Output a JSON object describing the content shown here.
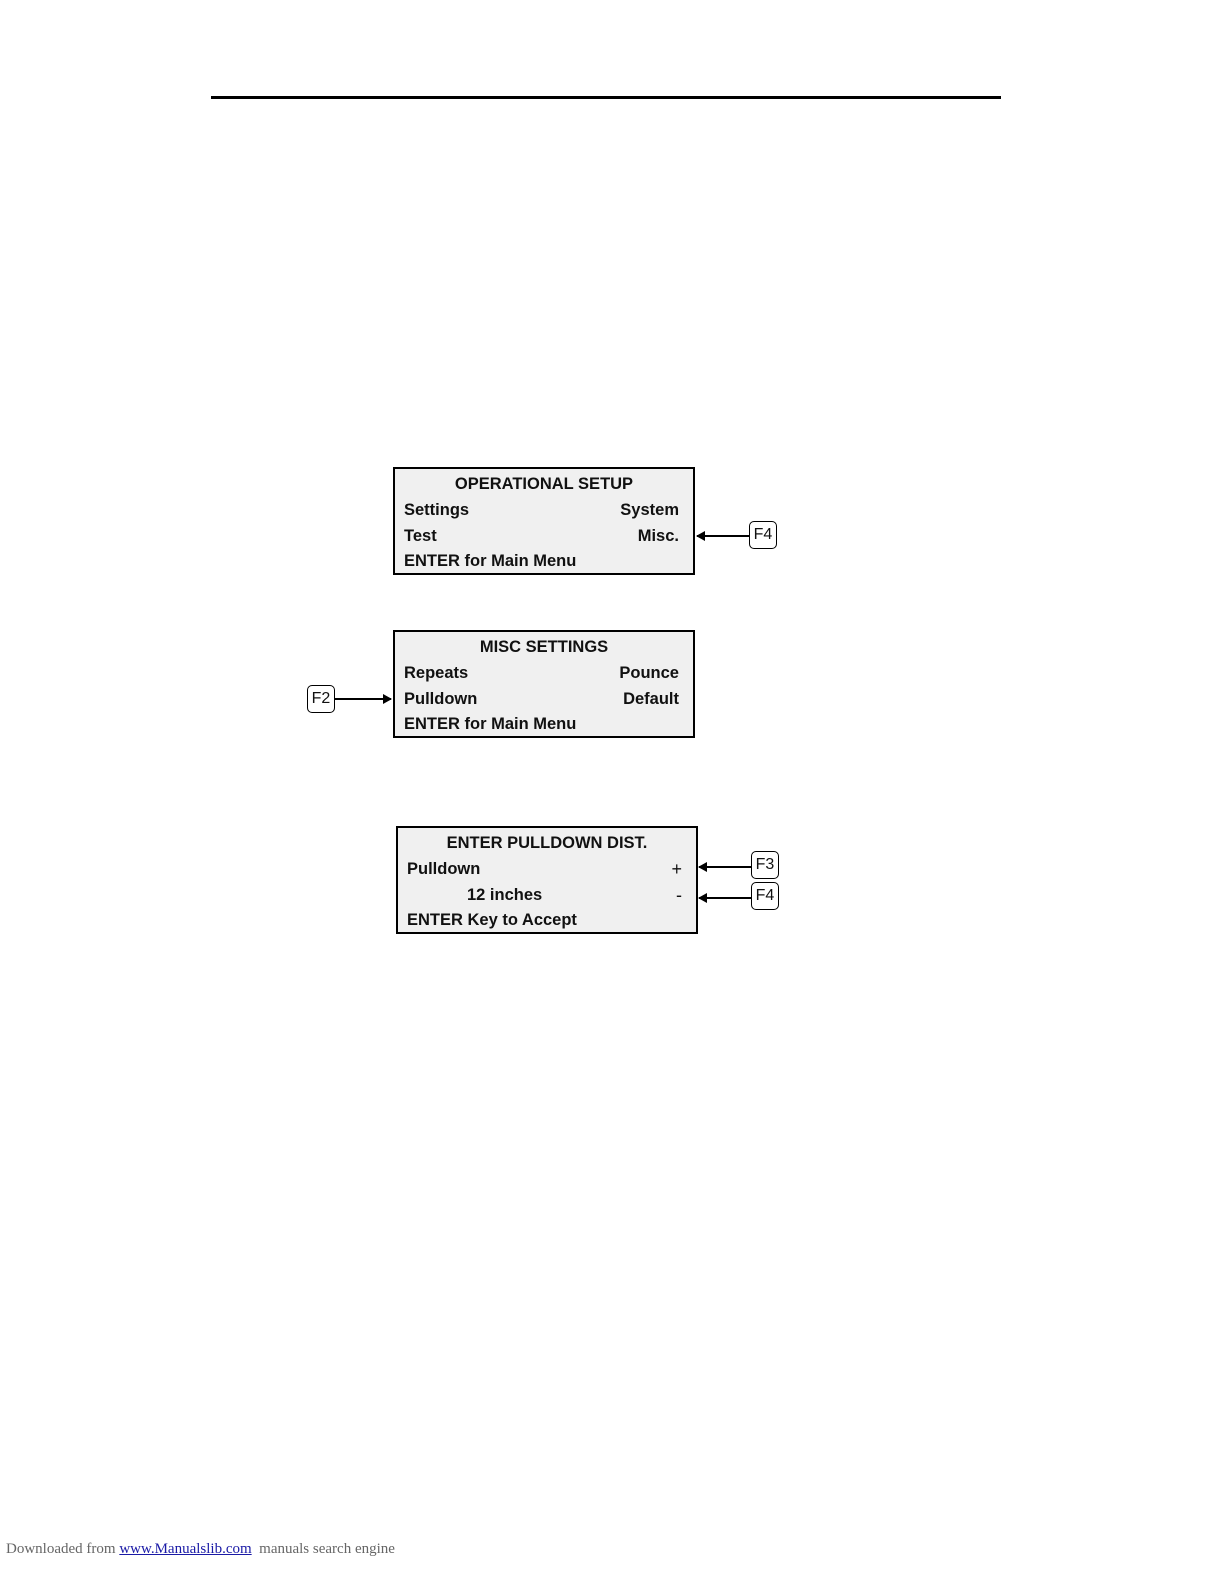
{
  "screens": [
    {
      "title": "OPERATIONAL SETUP",
      "rows": [
        {
          "left": "Settings",
          "right": "System"
        },
        {
          "left": "Test",
          "right": "Misc."
        }
      ],
      "footer": "ENTER for Main Menu"
    },
    {
      "title": "MISC SETTINGS",
      "rows": [
        {
          "left": "Repeats",
          "right": "Pounce"
        },
        {
          "left": "Pulldown",
          "right": "Default"
        }
      ],
      "footer": "ENTER for Main Menu"
    },
    {
      "title": "ENTER PULLDOWN DIST.",
      "rows": [
        {
          "left": "Pulldown",
          "right": "+"
        },
        {
          "value": "12 inches",
          "right": "-"
        }
      ],
      "footer": "ENTER Key to Accept"
    }
  ],
  "keys": {
    "screen1_key": "F4",
    "screen2_key": "F2",
    "screen3_key_plus": "F3",
    "screen3_key_minus": "F4"
  },
  "footer": {
    "prefix": "Downloaded from ",
    "link_text": "www.Manualslib.com",
    "suffix": "  manuals search engine"
  }
}
